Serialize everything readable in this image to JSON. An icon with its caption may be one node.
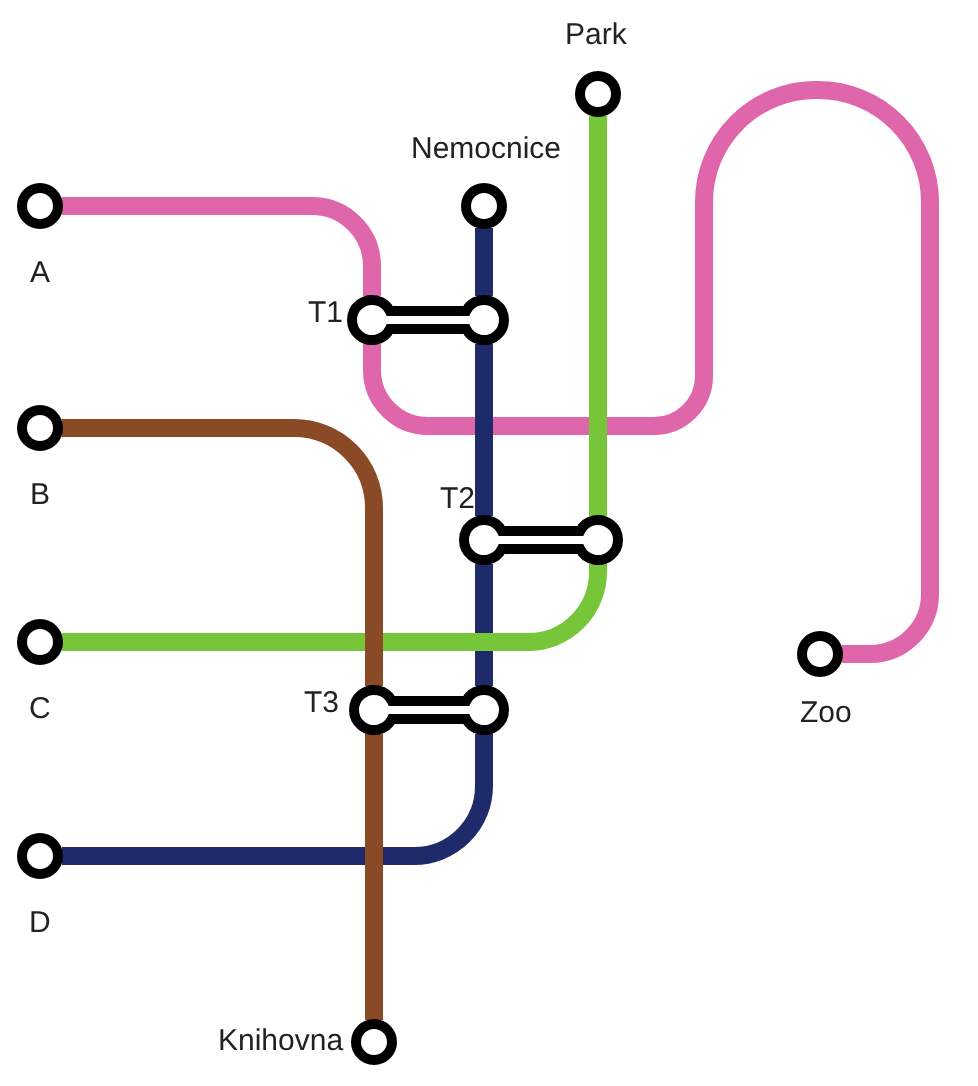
{
  "diagram": {
    "nodes": [
      {
        "text": [],
        "shape": "circle",
        "beside": [
          "Park"
        ]
      },
      {
        "text": [],
        "shape": "circle",
        "beside": [
          "Nemocnice"
        ]
      },
      {
        "text": [],
        "shape": "circle",
        "beside": [
          "A"
        ]
      },
      {
        "text": [],
        "shape": "capsule",
        "beside": [
          "T1"
        ]
      },
      {
        "text": [],
        "shape": "circle",
        "beside": [
          "B"
        ]
      },
      {
        "text": [],
        "shape": "capsule",
        "beside": [
          "T2"
        ]
      },
      {
        "text": [],
        "shape": "circle",
        "beside": [
          "C"
        ]
      },
      {
        "text": [],
        "shape": "circle",
        "beside": [
          "Zoo"
        ]
      },
      {
        "text": [],
        "shape": "capsule",
        "beside": [
          "T3"
        ]
      },
      {
        "text": [],
        "shape": "circle",
        "beside": [
          "D"
        ]
      },
      {
        "text": [],
        "shape": "circle",
        "beside": [
          "Knihovna"
        ]
      }
    ],
    "edges": [
      {
        "from": 2,
        "to": 3,
        "arrow": "none",
        "color": "#e066ac"
      },
      {
        "from": 3,
        "to": 7,
        "arrow": "none",
        "color": "#e066ac"
      },
      {
        "from": 1,
        "to": 3,
        "arrow": "none",
        "color": "#1f2a6b"
      },
      {
        "from": 3,
        "to": 5,
        "arrow": "none",
        "color": "#1f2a6b"
      },
      {
        "from": 5,
        "to": 8,
        "arrow": "none",
        "color": "#1f2a6b"
      },
      {
        "from": 8,
        "to": 9,
        "arrow": "none",
        "color": "#1f2a6b"
      },
      {
        "from": 0,
        "to": 5,
        "arrow": "none",
        "color": "#77c63a"
      },
      {
        "from": 5,
        "to": 6,
        "arrow": "none",
        "color": "#77c63a"
      },
      {
        "from": 4,
        "to": 8,
        "arrow": "none",
        "color": "#8b4a26"
      },
      {
        "from": 8,
        "to": 10,
        "arrow": "none",
        "color": "#8b4a26"
      }
    ]
  }
}
